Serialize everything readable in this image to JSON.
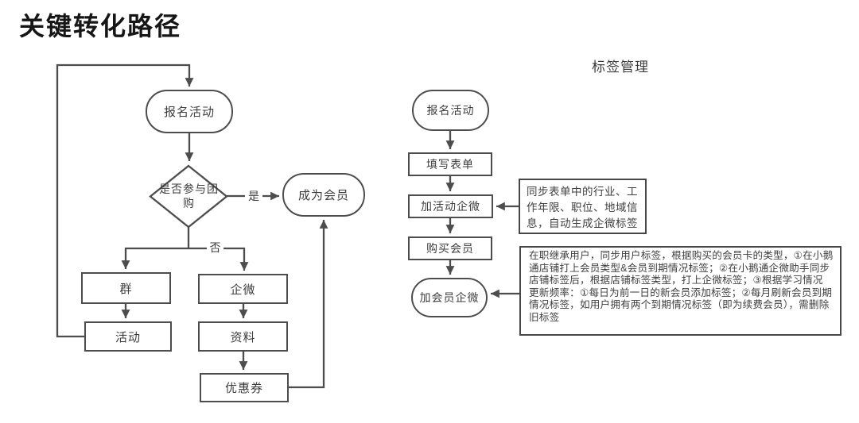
{
  "page": {
    "title": "关键转化路径",
    "background": "#ffffff"
  },
  "colors": {
    "line": "#4d4d4d",
    "text": "#3d3d3d",
    "node_fill": "#ffffff",
    "title_text": "#161616"
  },
  "left_flow": {
    "nodes": {
      "start": "报名活动",
      "decision": "是否参与团购",
      "member": "成为会员",
      "group": "群",
      "activity": "活动",
      "qiwei": "企微",
      "material": "资料",
      "coupon": "优惠券"
    },
    "edge_labels": {
      "yes": "是",
      "no": "否"
    }
  },
  "right_flow": {
    "title": "标签管理",
    "nodes": {
      "start": "报名活动",
      "form": "填写表单",
      "add_activity_qiwei": "加活动企微",
      "buy_member": "购买会员",
      "add_member_qiwei": "加会员企微"
    },
    "notes": {
      "form_sync": "同步表单中的行业、工作年限、职位、地域信息，自动生成企微标签",
      "member_tags_p1": "在职继承用户，同步用户标签，根据购买的会员卡的类型，①在小鹅通店铺打上会员类型&会员到期情况标签；②在小鹅通企微助手同步店铺标签后，根据店铺标签类型，打上企微标签；③根据学习情况",
      "member_tags_p2": "更新频率：①每日为前一日的新会员添加标签；②每月刷新会员到期情况标签，如用户拥有两个到期情况标签（即为续费会员），需删除旧标签"
    }
  }
}
